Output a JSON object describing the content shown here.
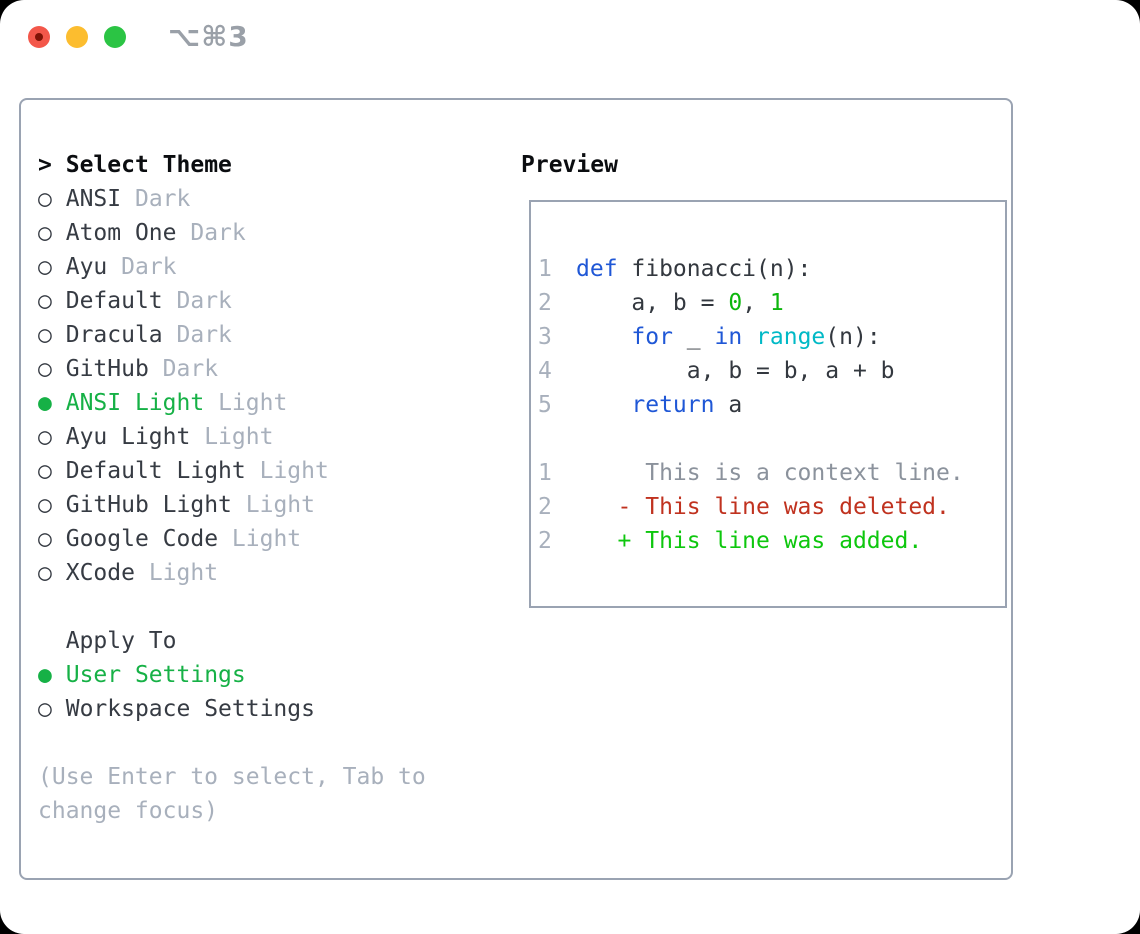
{
  "window": {
    "title": "⌥⌘3",
    "traffic_lights": [
      {
        "name": "close",
        "focused_dot": true
      },
      {
        "name": "minimize",
        "focused_dot": false
      },
      {
        "name": "zoom",
        "focused_dot": false
      }
    ]
  },
  "theme_select": {
    "prompt": ">",
    "title": "Select Theme",
    "radio_unselected": "○",
    "radio_selected": "●",
    "items": [
      {
        "name": "ANSI",
        "variant": "Dark",
        "selected": false
      },
      {
        "name": "Atom One",
        "variant": "Dark",
        "selected": false
      },
      {
        "name": "Ayu",
        "variant": "Dark",
        "selected": false
      },
      {
        "name": "Default",
        "variant": "Dark",
        "selected": false
      },
      {
        "name": "Dracula",
        "variant": "Dark",
        "selected": false
      },
      {
        "name": "GitHub",
        "variant": "Dark",
        "selected": false
      },
      {
        "name": "ANSI Light",
        "variant": "Light",
        "selected": true
      },
      {
        "name": "Ayu Light",
        "variant": "Light",
        "selected": false
      },
      {
        "name": "Default Light",
        "variant": "Light",
        "selected": false
      },
      {
        "name": "GitHub Light",
        "variant": "Light",
        "selected": false
      },
      {
        "name": "Google Code",
        "variant": "Light",
        "selected": false
      },
      {
        "name": "XCode",
        "variant": "Light",
        "selected": false
      }
    ]
  },
  "apply_to": {
    "title": "Apply To",
    "options": [
      {
        "label": "User Settings",
        "selected": true
      },
      {
        "label": "Workspace Settings",
        "selected": false
      }
    ]
  },
  "help": {
    "line1": "(Use Enter to select, Tab to",
    "line2": "change focus)"
  },
  "preview": {
    "title": "Preview",
    "lines": [
      {
        "num": "",
        "tokens": []
      },
      {
        "num": "1",
        "tokens": [
          {
            "text": "def",
            "style": "keyword"
          },
          {
            "text": " fibonacci(n):",
            "style": "plain"
          }
        ]
      },
      {
        "num": "2",
        "tokens": [
          {
            "text": "    a, b = ",
            "style": "plain"
          },
          {
            "text": "0",
            "style": "number"
          },
          {
            "text": ", ",
            "style": "plain"
          },
          {
            "text": "1",
            "style": "number"
          }
        ]
      },
      {
        "num": "3",
        "tokens": [
          {
            "text": "    ",
            "style": "plain"
          },
          {
            "text": "for",
            "style": "keyword"
          },
          {
            "text": " _ ",
            "style": "plain"
          },
          {
            "text": "in",
            "style": "keyword"
          },
          {
            "text": " ",
            "style": "plain"
          },
          {
            "text": "range",
            "style": "builtin"
          },
          {
            "text": "(n):",
            "style": "plain"
          }
        ]
      },
      {
        "num": "4",
        "tokens": [
          {
            "text": "        a, b = b, a + b",
            "style": "plain"
          }
        ]
      },
      {
        "num": "5",
        "tokens": [
          {
            "text": "    ",
            "style": "plain"
          },
          {
            "text": "return",
            "style": "keyword"
          },
          {
            "text": " a",
            "style": "plain"
          }
        ]
      },
      {
        "num": "",
        "tokens": []
      },
      {
        "num": "1",
        "tokens": [
          {
            "text": "     This is a context line.",
            "style": "context"
          }
        ]
      },
      {
        "num": "2",
        "tokens": [
          {
            "text": "   - This line was deleted.",
            "style": "deleted"
          }
        ]
      },
      {
        "num": "2",
        "tokens": [
          {
            "text": "   + This line was added.",
            "style": "added"
          }
        ]
      }
    ]
  },
  "colors": {
    "close": "#f3574a",
    "close-dot": "#7f1306",
    "minimize": "#fcbd2f",
    "zoom": "#2bc444",
    "title": "#9aa0a8",
    "border": "#9aa3b2",
    "heading": "#0b0d10",
    "text": "#363b43",
    "muted": "#a8b0bc",
    "select": "#16b146",
    "code": "#33383f",
    "gutter": "#a8b0bc",
    "keyword": "#1f57d6",
    "builtin": "#00b9c6",
    "number": "#0db60d",
    "context": "#8b929c",
    "deleted": "#c0321f",
    "added": "#0ec70e"
  }
}
